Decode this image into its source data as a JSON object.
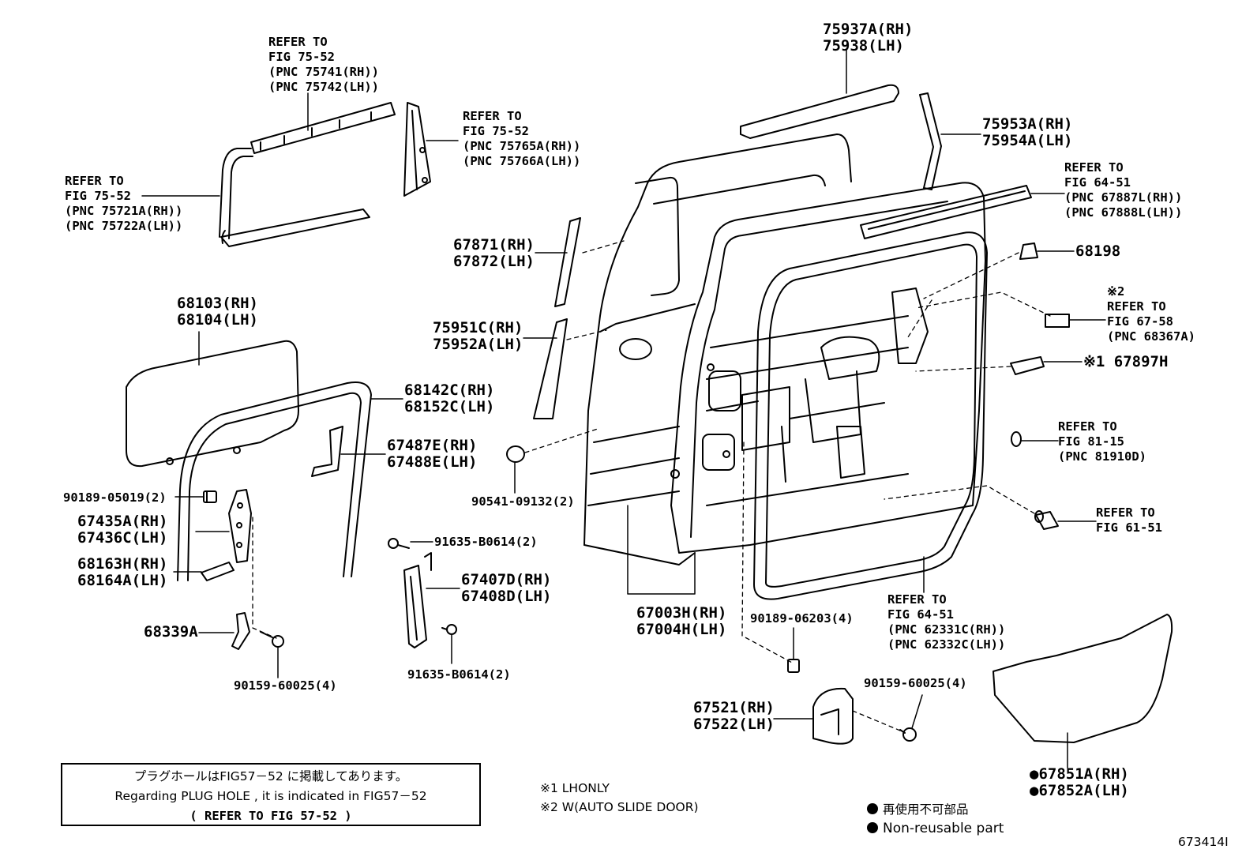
{
  "labels": {
    "ref_7552_top": [
      "REFER TO",
      "FIG 75-52",
      "(PNC 75741(RH))",
      "(PNC 75742(LH))"
    ],
    "ref_7552_right": [
      "REFER TO",
      "FIG 75-52",
      "(PNC 75765A(RH))",
      "(PNC 75766A(LH))"
    ],
    "ref_7552_left": [
      "REFER TO",
      "FIG 75-52",
      "(PNC 75721A(RH))",
      "(PNC 75722A(LH))"
    ],
    "p75937": [
      "75937A(RH)",
      "75938(LH)"
    ],
    "p75953": [
      "75953A(RH)",
      "75954A(LH)"
    ],
    "ref_6451_top": [
      "REFER TO",
      "FIG 64-51",
      "(PNC 67887L(RH))",
      "(PNC 67888L(LH))"
    ],
    "p68198": "68198",
    "ref_6758": [
      "※2",
      "REFER TO",
      "FIG 67-58",
      "(PNC 68367A)"
    ],
    "p67897": "※1 67897H",
    "ref_8115": [
      "REFER TO",
      "FIG 81-15",
      "(PNC 81910D)"
    ],
    "ref_6151": [
      "REFER TO",
      "FIG 61-51"
    ],
    "p67871": [
      "67871(RH)",
      "67872(LH)"
    ],
    "p75951": [
      "75951C(RH)",
      "75952A(LH)"
    ],
    "p68103": [
      "68103(RH)",
      "68104(LH)"
    ],
    "p68142": [
      "68142C(RH)",
      "68152C(LH)"
    ],
    "p67487": [
      "67487E(RH)",
      "67488E(LH)"
    ],
    "p90189a": "90189-05019(2)",
    "p90541": "90541-09132(2)",
    "p67435": [
      "67435A(RH)",
      "67436C(LH)"
    ],
    "p91635a": "91635-B0614(2)",
    "p68163": [
      "68163H(RH)",
      "68164A(LH)"
    ],
    "p67407": [
      "67407D(RH)",
      "67408D(LH)"
    ],
    "p67003": [
      "67003H(RH)",
      "67004H(LH)"
    ],
    "ref_6451_bottom": [
      "REFER TO",
      "FIG 64-51",
      "(PNC 62331C(RH))",
      "(PNC 62332C(LH))"
    ],
    "p90189b": "90189-06203(4)",
    "p68339": "68339A",
    "p91635b": "91635-B0614(2)",
    "p90159a": "90159-60025(4)",
    "p90159b": "90159-60025(4)",
    "p67521": [
      "67521(RH)",
      "67522(LH)"
    ],
    "p67851": [
      "●67851A(RH)",
      "●67852A(LH)"
    ]
  },
  "notes": {
    "jp": "プラグホールはFIG57－52 に掲載してあります。",
    "en": "Regarding PLUG HOLE , it is indicated in FIG57－52",
    "ref": "( REFER TO FIG 57-52 )",
    "n1": "※1 LHONLY",
    "n2": "※2 W(AUTO SLIDE DOOR)",
    "legend_jp": "再使用不可部品",
    "legend_en": "Non-reusable part"
  },
  "diagram_id": "673414I"
}
